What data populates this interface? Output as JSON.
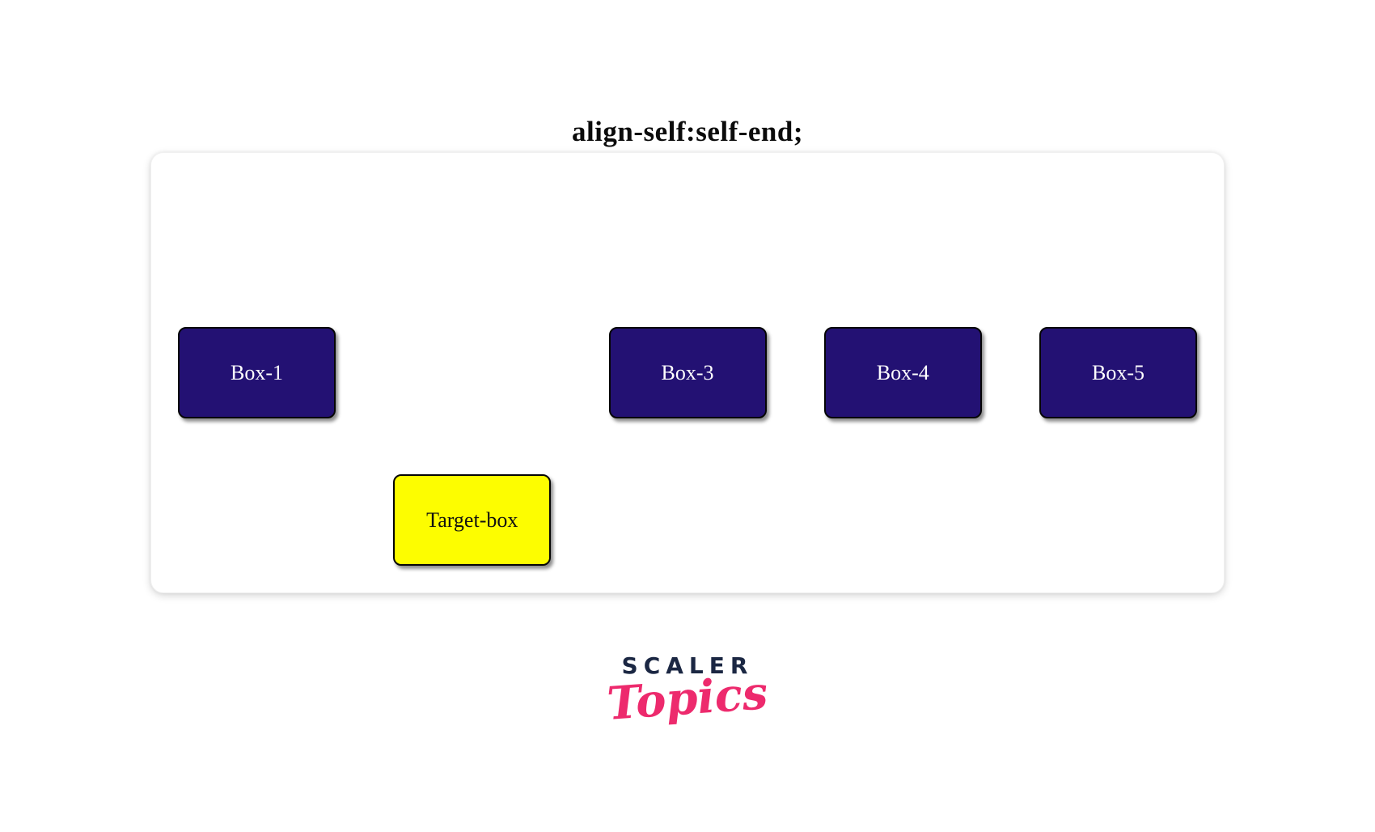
{
  "title": "align-self:self-end;",
  "boxes": [
    {
      "label": "Box-1",
      "type": "normal"
    },
    {
      "label": "Target-box",
      "type": "target"
    },
    {
      "label": "Box-3",
      "type": "normal"
    },
    {
      "label": "Box-4",
      "type": "normal"
    },
    {
      "label": "Box-5",
      "type": "normal"
    }
  ],
  "logo": {
    "primary": "SCALER",
    "secondary": "Topics"
  },
  "colors": {
    "box_bg": "#231173",
    "box_text": "#ffffff",
    "target_bg": "#fdfd00",
    "target_text": "#111111",
    "logo_primary": "#1b2743",
    "logo_accent": "#ed2a6d"
  }
}
